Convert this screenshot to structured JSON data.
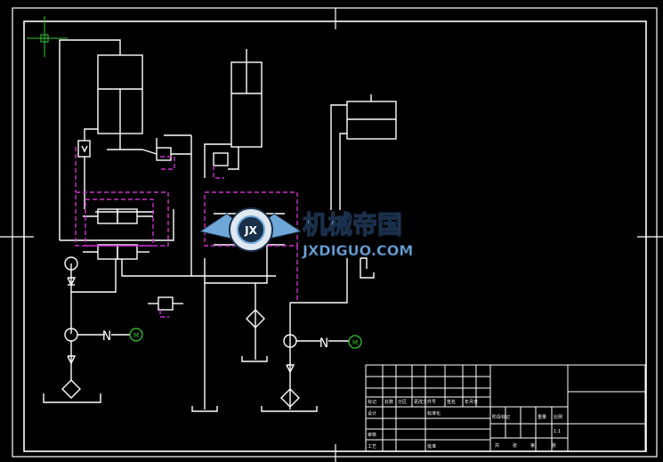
{
  "colors": {
    "background": "#000000",
    "line": "#ffffff",
    "dashed_frame": "#cc33cc",
    "motor_circle": "#33cc33",
    "watermark_blue": "#6fa8d8",
    "watermark_dark": "#1a2f4a"
  },
  "watermark": {
    "title": "机械帝国",
    "subtitle": "JXDIGUO.COM",
    "emblem_letters": "JX"
  },
  "motor_labels": {
    "left": "N",
    "right": "N"
  },
  "motor_markers": {
    "left": "M",
    "right": "M"
  },
  "title_block": {
    "row_a": [
      "标记",
      "处数",
      "分区",
      "更改文件号",
      "签名",
      "年月日"
    ],
    "row_b": [
      "设计",
      "标准化"
    ],
    "row_c": [
      "审核"
    ],
    "row_d": [
      "工艺",
      "批准"
    ],
    "right_head": [
      "阶段标记",
      "重量",
      "比例"
    ],
    "scale": "1:1",
    "sheet": [
      "共",
      "张",
      "第",
      "张"
    ]
  }
}
